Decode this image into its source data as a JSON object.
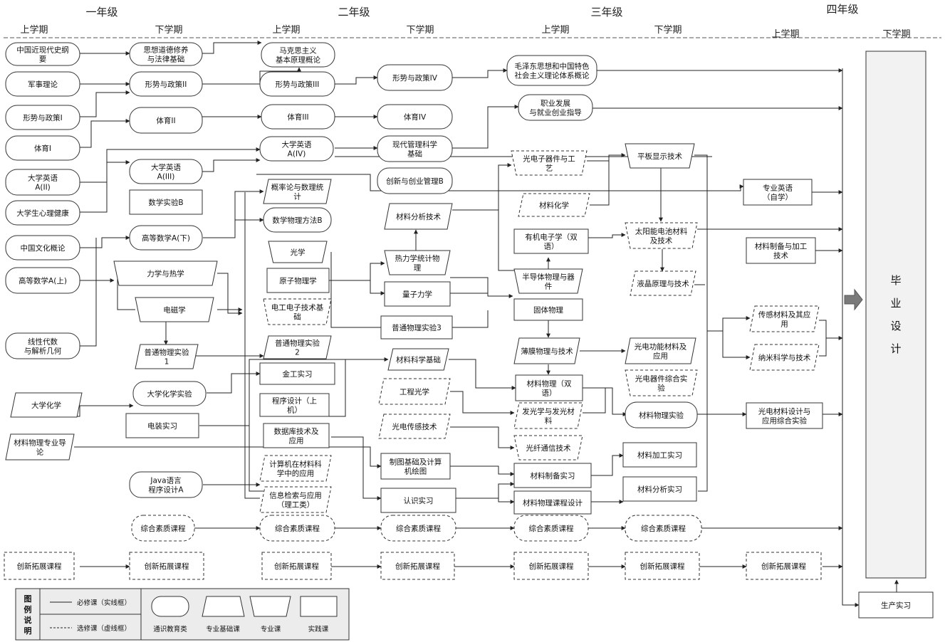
{
  "grades": [
    "一年级",
    "二年级",
    "三年级",
    "四年级"
  ],
  "terms": [
    "上学期",
    "下学期",
    "上学期",
    "下学期",
    "上学期",
    "下学期",
    "上学期",
    "下学期"
  ],
  "nodes": {
    "n1": {
      "lines": [
        "中国近现代史纲",
        "要"
      ]
    },
    "n2": {
      "lines": [
        "军事理论"
      ]
    },
    "n3": {
      "lines": [
        "形势与政策I"
      ]
    },
    "n4": {
      "lines": [
        "体育I"
      ]
    },
    "n5": {
      "lines": [
        "大学英语",
        "A(II)"
      ]
    },
    "n6": {
      "lines": [
        "大学生心理健康"
      ]
    },
    "n7": {
      "lines": [
        "中国文化概论"
      ]
    },
    "n8": {
      "lines": [
        "高等数学A(上)"
      ]
    },
    "n9": {
      "lines": [
        "线性代数",
        "与解析几何"
      ]
    },
    "n10": {
      "lines": [
        "大学化学"
      ]
    },
    "n11": {
      "lines": [
        "材料物理专业导",
        "论"
      ]
    },
    "n12": {
      "lines": [
        "综合素质课程"
      ]
    },
    "n13": {
      "lines": [
        "创新拓展课程"
      ]
    },
    "n14": {
      "lines": [
        "思想道德修养",
        "与法律基础"
      ]
    },
    "n15": {
      "lines": [
        "形势与政策II"
      ]
    },
    "n16": {
      "lines": [
        "体育II"
      ]
    },
    "n17": {
      "lines": [
        "大学英语",
        "A(III)"
      ]
    },
    "n18": {
      "lines": [
        "数学实验B"
      ]
    },
    "n19": {
      "lines": [
        "高等数学A(下)"
      ]
    },
    "n20": {
      "lines": [
        "力学与热学"
      ]
    },
    "n21": {
      "lines": [
        "电磁学"
      ]
    },
    "n22": {
      "lines": [
        "普通物理实验",
        "1"
      ]
    },
    "n23": {
      "lines": [
        "大学化学实验"
      ]
    },
    "n24": {
      "lines": [
        "电装实习"
      ]
    },
    "n25": {
      "lines": [
        "Java语言",
        "程序设计A"
      ]
    },
    "n26": {
      "lines": [
        "综合素质课程"
      ]
    },
    "n27": {
      "lines": [
        "创新拓展课程"
      ]
    },
    "n28": {
      "lines": [
        "马克思主义",
        "基本原理概论"
      ]
    },
    "n29": {
      "lines": [
        "形势与政策III"
      ]
    },
    "n30": {
      "lines": [
        "体育III"
      ]
    },
    "n31": {
      "lines": [
        "大学英语",
        "A(IV)"
      ]
    },
    "n32": {
      "lines": [
        "概率论与数理统",
        "计"
      ]
    },
    "n33": {
      "lines": [
        "数学物理方法B"
      ]
    },
    "n34": {
      "lines": [
        "光学"
      ]
    },
    "n35": {
      "lines": [
        "原子物理学"
      ]
    },
    "n36": {
      "lines": [
        "电工电子技术基",
        "础"
      ]
    },
    "n37": {
      "lines": [
        "普通物理实验",
        "2"
      ]
    },
    "n38": {
      "lines": [
        "金工实习"
      ]
    },
    "n39": {
      "lines": [
        "程序设计（上",
        "机）"
      ]
    },
    "n40": {
      "lines": [
        "数据库技术及",
        "应用"
      ]
    },
    "n41": {
      "lines": [
        "计算机在材料科",
        "学中的应用"
      ]
    },
    "n42": {
      "lines": [
        "信息检索与应用",
        "（理工类）"
      ]
    },
    "n43": {
      "lines": [
        "综合素质课程"
      ]
    },
    "n44": {
      "lines": [
        "创新拓展课程"
      ]
    },
    "n45": {
      "lines": [
        "形势与政策IV"
      ]
    },
    "n46": {
      "lines": [
        "体育IV"
      ]
    },
    "n47": {
      "lines": [
        "现代管理科学",
        "基础"
      ]
    },
    "n48": {
      "lines": [
        "创新与创业管理B"
      ]
    },
    "n49": {
      "lines": [
        "材料分析技术"
      ]
    },
    "n50": {
      "lines": [
        "热力学统计物",
        "理"
      ]
    },
    "n51": {
      "lines": [
        "量子力学"
      ]
    },
    "n52": {
      "lines": [
        "普通物理实验3"
      ]
    },
    "n53": {
      "lines": [
        "材料科学基础"
      ]
    },
    "n54": {
      "lines": [
        "工程光学"
      ]
    },
    "n55": {
      "lines": [
        "光电传感技术"
      ]
    },
    "n56": {
      "lines": [
        "制图基础及计算",
        "机绘图"
      ]
    },
    "n57": {
      "lines": [
        "认识实习"
      ]
    },
    "n58": {
      "lines": [
        "综合素质课程"
      ]
    },
    "n59": {
      "lines": [
        "创新拓展课程"
      ]
    },
    "n60": {
      "lines": [
        "毛泽东思想和中国特色",
        "社会主义理论体系概论"
      ]
    },
    "n61": {
      "lines": [
        "职业发展",
        "与就业创业指导"
      ]
    },
    "n62": {
      "lines": [
        "光电子器件与工",
        "艺"
      ]
    },
    "n63": {
      "lines": [
        "材料化学"
      ]
    },
    "n64": {
      "lines": [
        "有机电子学（双",
        "语）"
      ]
    },
    "n65": {
      "lines": [
        "半导体物理与器",
        "件"
      ]
    },
    "n66": {
      "lines": [
        "固体物理"
      ]
    },
    "n67": {
      "lines": [
        "薄膜物理与技术"
      ]
    },
    "n68": {
      "lines": [
        "材料物理（双",
        "语）"
      ]
    },
    "n69": {
      "lines": [
        "发光学与发光材",
        "料"
      ]
    },
    "n70": {
      "lines": [
        "光纤通信技术"
      ]
    },
    "n71": {
      "lines": [
        "材料制备实习"
      ]
    },
    "n72": {
      "lines": [
        "材料物理课程设计"
      ]
    },
    "n73": {
      "lines": [
        "综合素质课程"
      ]
    },
    "n74": {
      "lines": [
        "创新拓展课程"
      ]
    },
    "n75": {
      "lines": [
        "平板显示技术"
      ]
    },
    "n76": {
      "lines": [
        "太阳能电池材料",
        "及技术"
      ]
    },
    "n77": {
      "lines": [
        "液晶原理与技术"
      ]
    },
    "n78": {
      "lines": [
        "光电功能材料及",
        "应用"
      ]
    },
    "n79": {
      "lines": [
        "光电器件综合实",
        "验"
      ]
    },
    "n80": {
      "lines": [
        "材料物理实验"
      ]
    },
    "n81": {
      "lines": [
        "材料加工实习"
      ]
    },
    "n82": {
      "lines": [
        "材料分析实习"
      ]
    },
    "n83": {
      "lines": [
        "综合素质课程"
      ]
    },
    "n84": {
      "lines": [
        "创新拓展课程"
      ]
    },
    "n85": {
      "lines": [
        "专业英语",
        "（自学）"
      ]
    },
    "n86": {
      "lines": [
        "材料制备与加工",
        "技术"
      ]
    },
    "n87": {
      "lines": [
        "传感材料及其应",
        "用"
      ]
    },
    "n88": {
      "lines": [
        "纳米科学与技术"
      ]
    },
    "n89": {
      "lines": [
        "光电材料设计与",
        "应用综合实验"
      ]
    },
    "n90": {
      "lines": [
        "创新拓展课程"
      ]
    },
    "n91": {
      "lines": [
        "毕",
        "业",
        "设",
        "计"
      ]
    },
    "n92": {
      "lines": [
        "生产实习"
      ]
    }
  },
  "legend": {
    "title": [
      "图",
      "例",
      "说",
      "明"
    ],
    "required": "必修课（实线框）",
    "elective": "选修课（虚线框）",
    "types": [
      "通识教育类",
      "专业基础课",
      "专业课",
      "实践课"
    ]
  }
}
